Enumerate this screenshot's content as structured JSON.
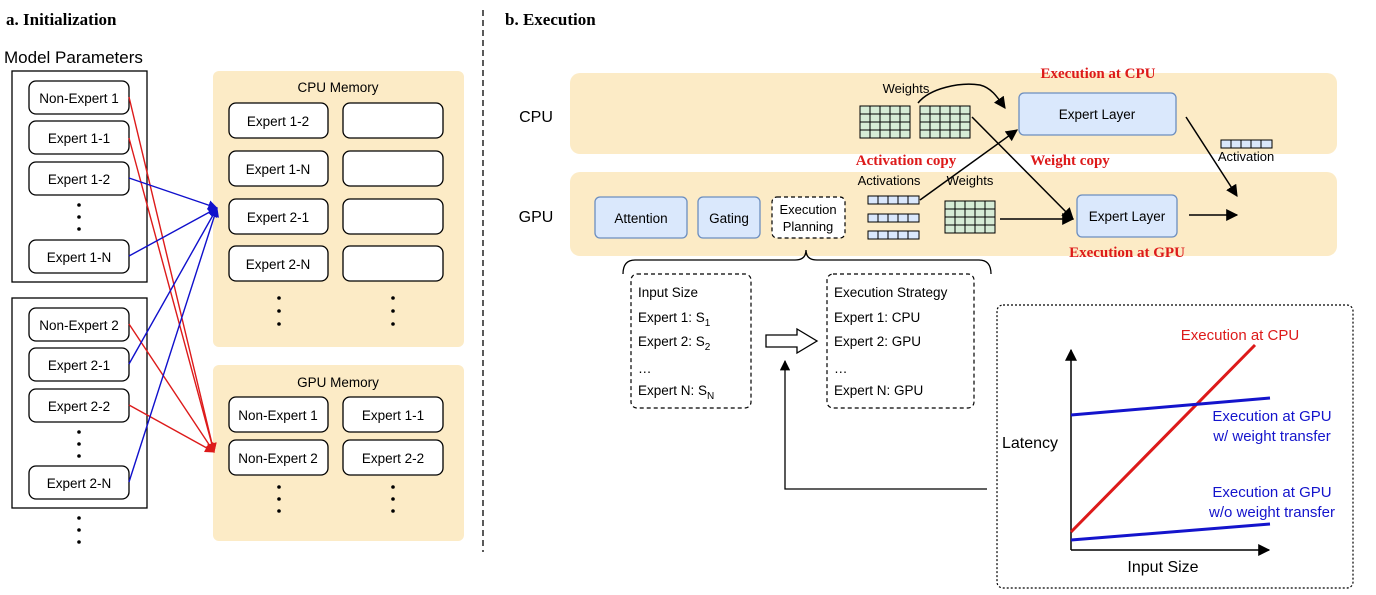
{
  "panel_a": {
    "title": "a. Initialization",
    "model_params_label": "Model Parameters",
    "group1": [
      "Non-Expert 1",
      "Expert 1-1",
      "Expert 1-2",
      "Expert 1-N"
    ],
    "group2": [
      "Non-Expert 2",
      "Expert 2-1",
      "Expert 2-2",
      "Expert 2-N"
    ],
    "cpu_memory": {
      "title": "CPU Memory",
      "left_slots": [
        "Expert 1-2",
        "Expert 1-N",
        "Expert 2-1",
        "Expert 2-N"
      ]
    },
    "gpu_memory": {
      "title": "GPU Memory",
      "rows": [
        [
          "Non-Expert 1",
          "Expert 1-1"
        ],
        [
          "Non-Expert 2",
          "Expert 2-2"
        ]
      ]
    },
    "colors": {
      "to_cpu": "#1010cc",
      "to_gpu": "#dd1a1a",
      "memory_bg": "#fcebc6"
    }
  },
  "panel_b": {
    "title": "b. Execution",
    "cpu_label": "CPU",
    "gpu_label": "GPU",
    "weights_label": "Weights",
    "activations_label": "Activations",
    "activation_label": "Activation",
    "expert_layer_label": "Expert Layer",
    "attention_label": "Attention",
    "gating_label": "Gating",
    "exec_planning": [
      "Execution",
      "Planning"
    ],
    "exec_at_cpu": "Execution at CPU",
    "exec_at_gpu": "Execution at GPU",
    "activation_copy": "Activation copy",
    "weight_copy": "Weight copy",
    "input_box": {
      "title": "Input Size",
      "lines": [
        {
          "prefix": "Expert 1: S",
          "sub": "1"
        },
        {
          "prefix": "Expert 2: S",
          "sub": "2"
        },
        {
          "prefix": "…",
          "sub": ""
        },
        {
          "prefix": "Expert N: S",
          "sub": "N"
        }
      ]
    },
    "strategy_box": {
      "title": "Execution Strategy",
      "lines": [
        "Expert 1: CPU",
        "Expert 2: GPU",
        "…",
        "Expert N: GPU"
      ]
    },
    "latency_plot": {
      "ylabel": "Latency",
      "xlabel": "Input Size",
      "cpu_series": "Execution at CPU",
      "gpu_wt_series": [
        "Execution at GPU",
        "w/ weight transfer"
      ],
      "gpu_wo_series": [
        "Execution at GPU",
        "w/o weight transfer"
      ],
      "colors": {
        "cpu": "#dd1a1a",
        "gpu": "#1414cc"
      }
    }
  }
}
